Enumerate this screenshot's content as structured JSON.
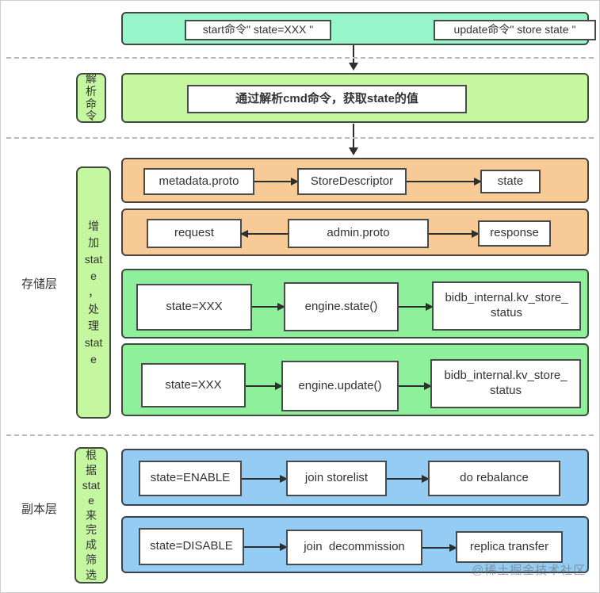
{
  "colors": {
    "top_bar": "#98f5c9",
    "parse_section": "#c5f7a0",
    "proto_bars": "#f8ca96",
    "engine_bars": "#8ef09a",
    "replica_bars": "#94ccf4",
    "arrow": "#2e2e2e"
  },
  "top_bar": {
    "box1": "start命令\" state=XXX \"",
    "box2": "update命令\" store state \""
  },
  "parse_section": {
    "label": "解\n析\n命\n令",
    "box": "通过解析cmd命令，获取state的值"
  },
  "storage_section": {
    "side_label": "存储层",
    "vertical_label": "增\n加\nstat\ne\n，\n处\n理\nstat\ne",
    "rows": [
      {
        "boxes": [
          "metadata.proto",
          "StoreDescriptor",
          "state"
        ]
      },
      {
        "boxes": [
          "request",
          "admin.proto",
          "response"
        ]
      },
      {
        "boxes": [
          "state=XXX",
          "engine.state()",
          "bidb_internal.kv_store_\nstatus"
        ]
      },
      {
        "boxes": [
          "state=XXX",
          "engine.update()",
          "bidb_internal.kv_store_\nstatus"
        ]
      }
    ]
  },
  "replica_section": {
    "side_label": "副本层",
    "vertical_label": "根\n据\nstat\ne\n来\n完\n成\n筛\n选",
    "rows": [
      {
        "boxes": [
          "state=ENABLE",
          "join storelist",
          "do rebalance"
        ]
      },
      {
        "boxes": [
          "state=DISABLE",
          "join  decommission",
          "replica transfer"
        ]
      }
    ]
  },
  "watermark": "@稀土掘金技术社区"
}
